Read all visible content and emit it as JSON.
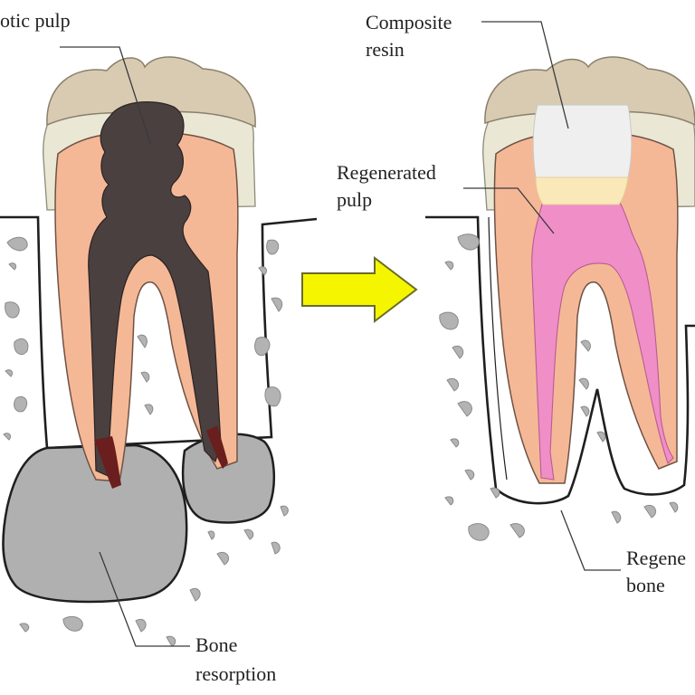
{
  "labels": {
    "necrotic_pulp": "otic pulp",
    "bone_resorption_line1": "Bone",
    "bone_resorption_line2": "resorption",
    "composite_resin_line1": "Composite",
    "composite_resin_line2": "resin",
    "regenerated_pulp_line1": "Regenerated",
    "regenerated_pulp_line2": "pulp",
    "regenerated_bone_line1": "Regene",
    "regenerated_bone_line2": "bone"
  },
  "colors": {
    "dentin": "#f5b896",
    "enamel": "#d8cbb2",
    "necrotic_pulp": "#4a4040",
    "necrotic_apex": "#6b1e1e",
    "resorbed_bone": "#b0b0b0",
    "regenerated_pulp": "#f08ec8",
    "composite_resin": "#efefef",
    "liner": "#fbe8b8",
    "arrow": "#f5f500"
  }
}
